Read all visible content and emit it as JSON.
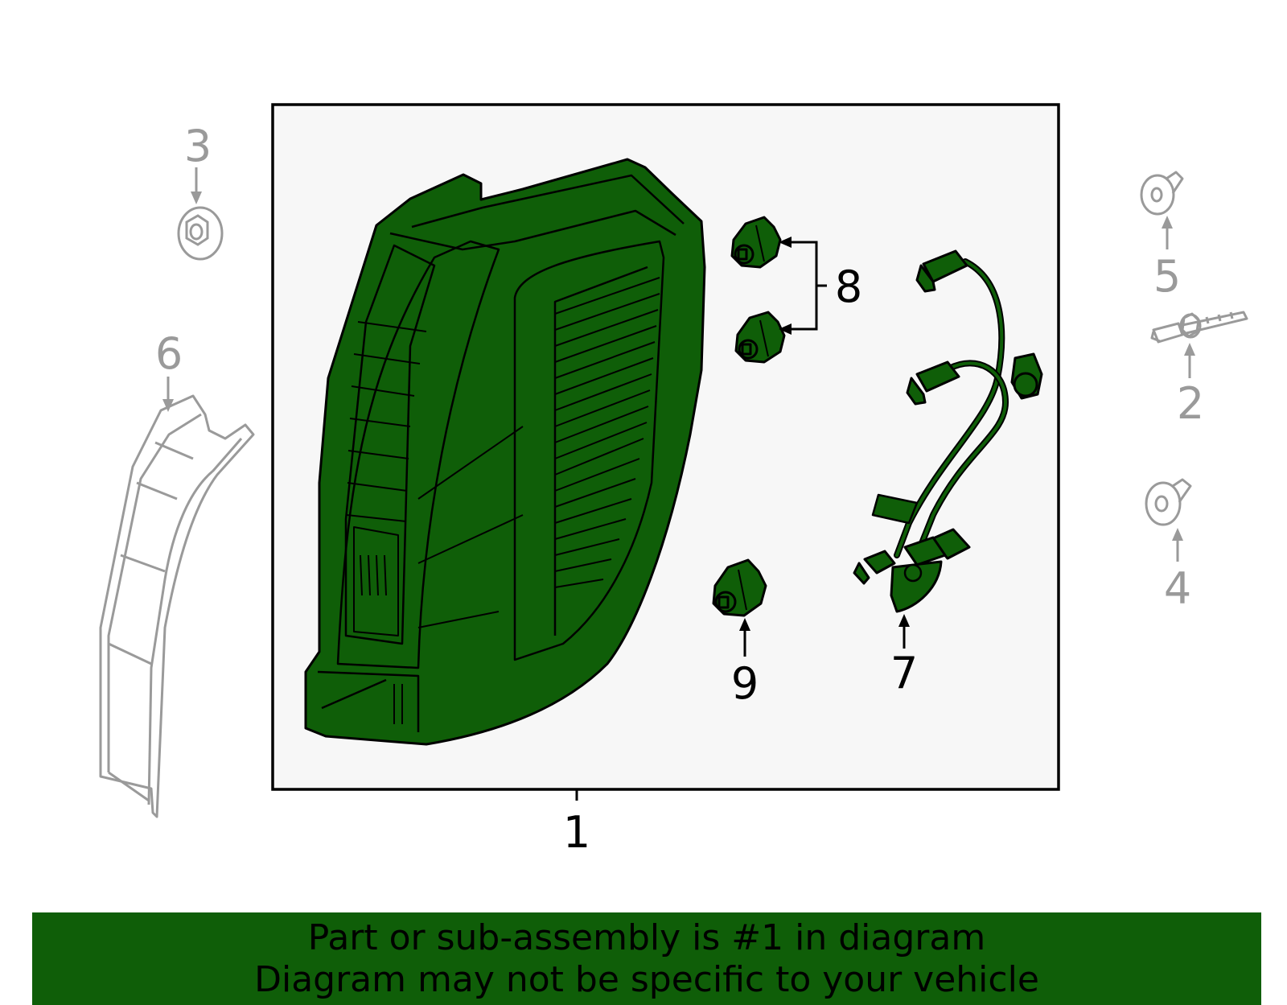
{
  "callouts": {
    "c1": "1",
    "c2": "2",
    "c3": "3",
    "c4": "4",
    "c5": "5",
    "c6": "6",
    "c7": "7",
    "c8": "8",
    "c9": "9"
  },
  "banner": {
    "line1": "Part or sub-assembly is #1 in diagram",
    "line2": "Diagram may not be specific to your vehicle"
  },
  "colors": {
    "highlight": "#0f5e08",
    "outline": "#000000",
    "secondary": "#9a9a9a",
    "panel": "#f7f7f7"
  }
}
